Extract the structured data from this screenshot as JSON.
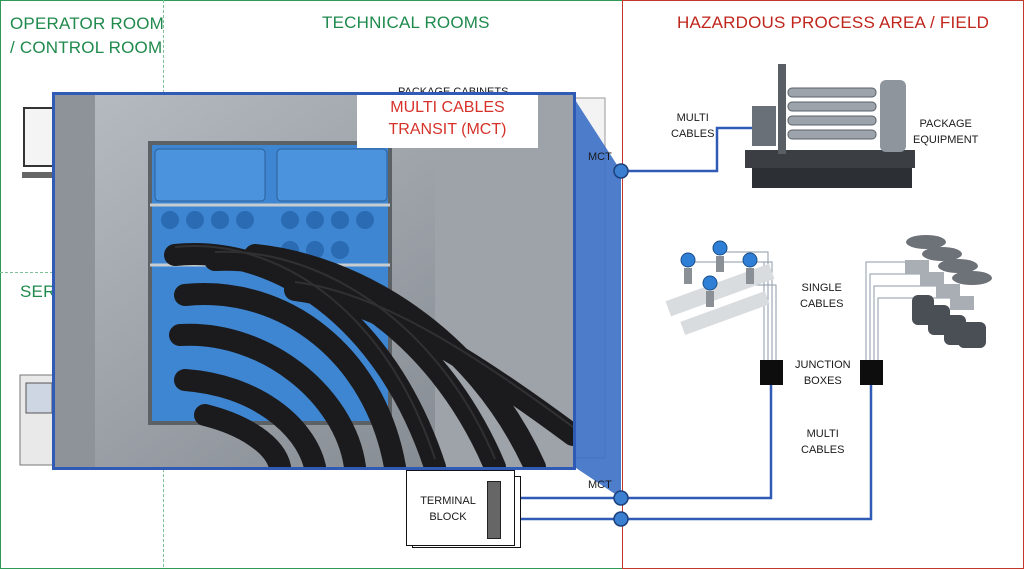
{
  "zones": {
    "operator_room": "OPERATOR ROOM\n/ CONTROL ROOM",
    "operator_line1": "OPERATOR ROOM",
    "operator_line2": "/ CONTROL ROOM",
    "technical_rooms": "TECHNICAL ROOMS",
    "hazardous_area": "HAZARDOUS PROCESS AREA / FIELD",
    "server_partial": "SER"
  },
  "labels": {
    "package_cabinets": "PACKAGE CABINETS",
    "multi_cables_top_1": "MULTI",
    "multi_cables_top_2": "CABLES",
    "package_equipment_1": "PACKAGE",
    "package_equipment_2": "EQUIPMENT",
    "mct_top": "MCT",
    "mct_bottom": "MCT",
    "single_cables_1": "SINGLE",
    "single_cables_2": "CABLES",
    "junction_boxes_1": "JUNCTION",
    "junction_boxes_2": "BOXES",
    "multi_cables_bottom_1": "MULTI",
    "multi_cables_bottom_2": "CABLES",
    "terminal_block_1": "TERMINAL",
    "terminal_block_2": "BLOCK",
    "mct_callout_1": "MULTI CABLES",
    "mct_callout_2": "TRANSIT (MCT)"
  },
  "colors": {
    "green": "#1f8a4c",
    "red": "#c0251c",
    "cable_blue": "#2f5bb7",
    "mct_blue": "#3b7fd0"
  }
}
